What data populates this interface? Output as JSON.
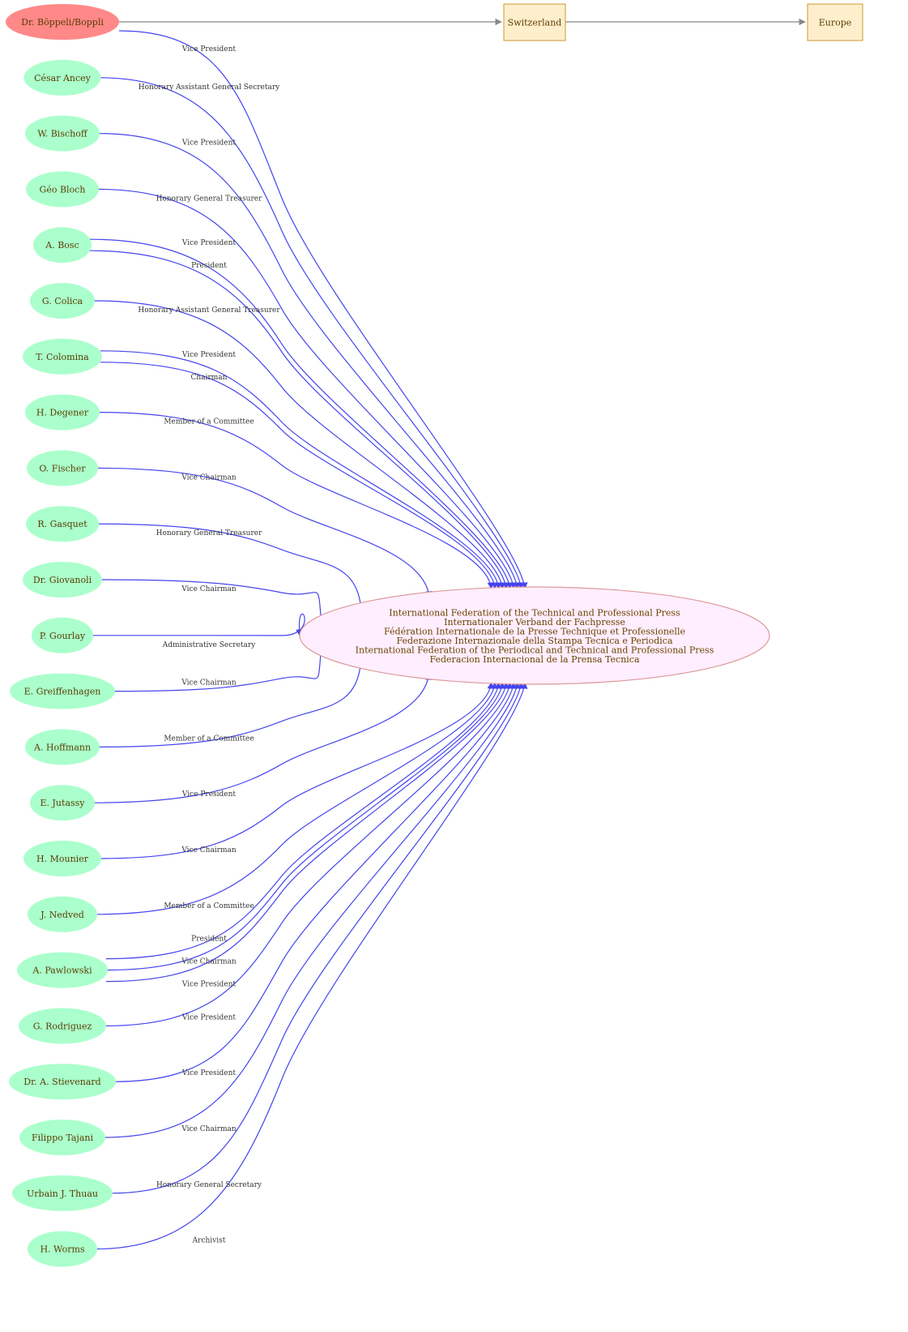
{
  "colors": {
    "person_fill": "#aaffcc",
    "highlight_fill": "#ff8888",
    "box_fill": "#ffeecc",
    "box_stroke": "#cc9933",
    "center_fill": "#ffeeff",
    "center_stroke": "#dd9999",
    "member_edge": "#4444ee",
    "location_edge": "#888888"
  },
  "highlight_person": {
    "name": "Dr. Böppeli/Boppli",
    "role": "Vice President"
  },
  "locations": [
    "Switzerland",
    "Europe"
  ],
  "organization": {
    "names": [
      "International Federation of the Technical and Professional Press",
      "Internationaler Verband der Fachpresse",
      "Fédération Internationale de la Presse Technique et Professionelle",
      "Federazione Internazionale della Stampa Tecnica e Periodica",
      "International Federation of the Periodical and Technical and Professional Press",
      "Federacion Internacional de la Prensa Tecnica"
    ]
  },
  "persons": [
    {
      "name": "César Ancey",
      "roles": [
        "Honorary Assistant General Secretary"
      ]
    },
    {
      "name": "W. Bischoff",
      "roles": [
        "Vice President"
      ]
    },
    {
      "name": "Géo Bloch",
      "roles": [
        "Honorary General Treasurer"
      ]
    },
    {
      "name": "A. Bosc",
      "roles": [
        "Vice President",
        "President"
      ]
    },
    {
      "name": "G. Colica",
      "roles": [
        "Honorary Assistant General Treasurer"
      ]
    },
    {
      "name": "T. Colomina",
      "roles": [
        "Vice President",
        "Chairman"
      ]
    },
    {
      "name": "H. Degener",
      "roles": [
        "Member of a Committee"
      ]
    },
    {
      "name": "O. Fischer",
      "roles": [
        "Vice Chairman"
      ]
    },
    {
      "name": "R. Gasquet",
      "roles": [
        "Honorary General Treasurer"
      ]
    },
    {
      "name": "Dr. Giovanoli",
      "roles": [
        "Vice Chairman"
      ]
    },
    {
      "name": "P. Gourlay",
      "roles": [
        "Administrative Secretary"
      ]
    },
    {
      "name": "E. Greiffenhagen",
      "roles": [
        "Vice Chairman"
      ]
    },
    {
      "name": "A. Hoffmann",
      "roles": [
        "Member of a Committee"
      ]
    },
    {
      "name": "E. Jutassy",
      "roles": [
        "Vice President"
      ]
    },
    {
      "name": "H. Mounier",
      "roles": [
        "Vice Chairman"
      ]
    },
    {
      "name": "J. Nedved",
      "roles": [
        "Member of a Committee"
      ]
    },
    {
      "name": "A.  Pawlowski",
      "roles": [
        "President",
        "Vice Chairman",
        "Vice President"
      ]
    },
    {
      "name": "G. Rodriguez",
      "roles": [
        "Vice President"
      ]
    },
    {
      "name": "Dr. A. Stievenard",
      "roles": [
        "Vice President"
      ]
    },
    {
      "name": "Filippo Tajani",
      "roles": [
        "Vice Chairman"
      ]
    },
    {
      "name": "Urbain J. Thuau",
      "roles": [
        "Honorary General Secretary"
      ]
    },
    {
      "name": "H. Worms",
      "roles": [
        "Archivist"
      ]
    }
  ]
}
